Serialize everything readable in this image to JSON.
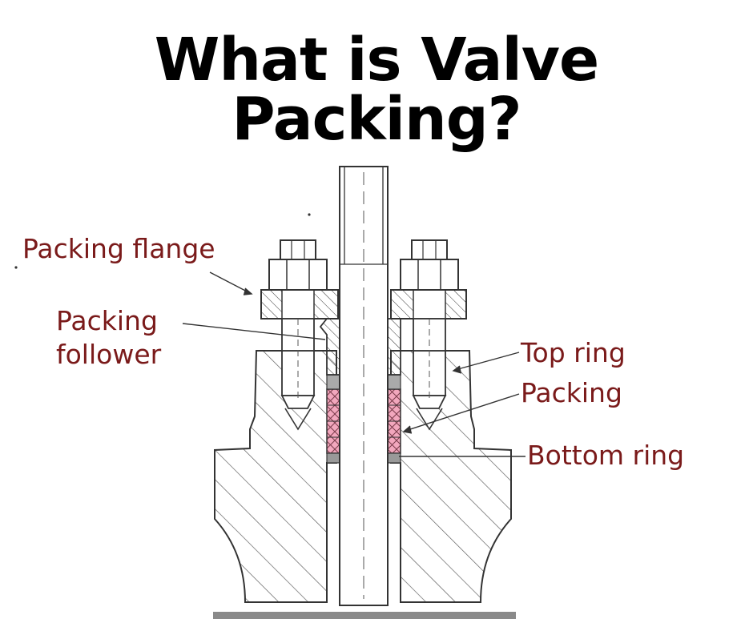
{
  "title": "What is Valve Packing?",
  "labels": {
    "packing_flange": "Packing flange",
    "packing_follower_line1": "Packing",
    "packing_follower_line2": "follower",
    "top_ring": "Top ring",
    "packing": "Packing",
    "bottom_ring": "Bottom ring"
  },
  "colors": {
    "label_text": "#7a1a1a",
    "line": "#333333",
    "hatch": "#555555",
    "packing_fill": "#f2a7bd",
    "ring_fill": "#999999",
    "base_plate": "#8a8a8a"
  }
}
